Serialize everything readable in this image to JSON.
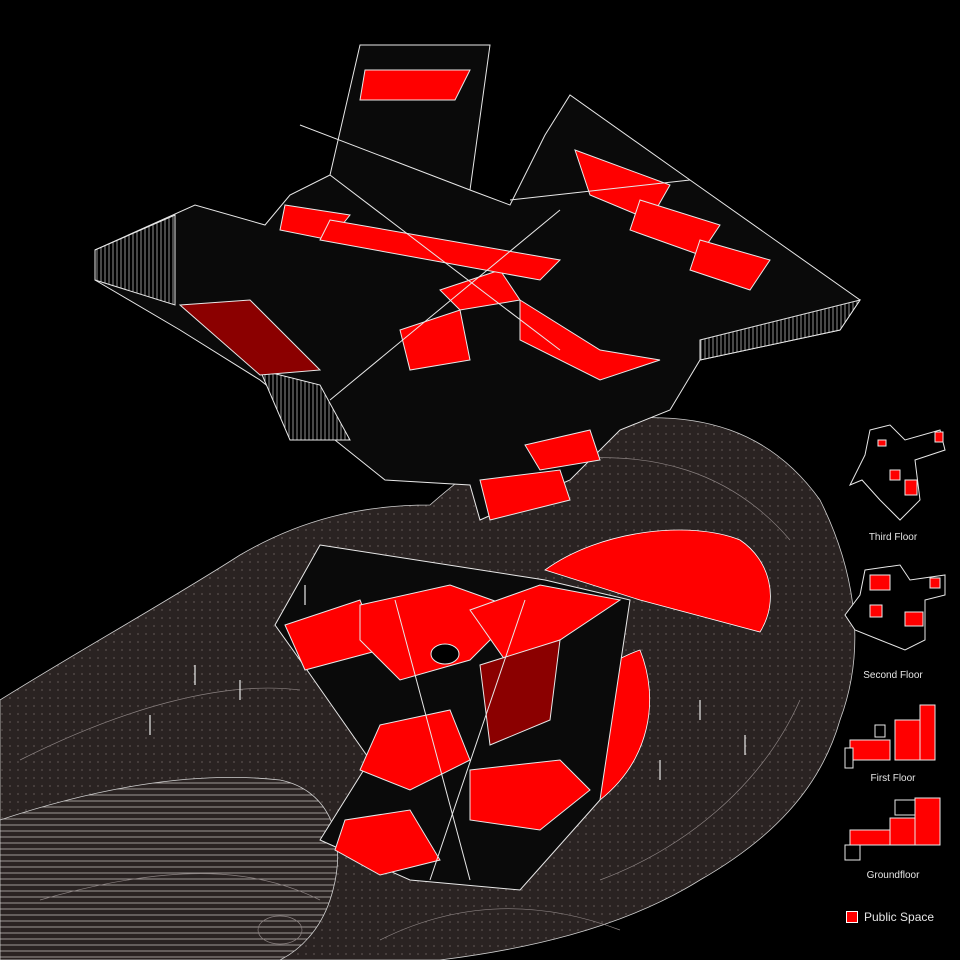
{
  "colors": {
    "background": "#000000",
    "public_space": "#ff0000",
    "private_space": "#8b0000",
    "terrain": "#2a2322",
    "linework": "#e8e8e8"
  },
  "floor_plans": [
    {
      "label": "Third Floor"
    },
    {
      "label": "Second Floor"
    },
    {
      "label": "First Floor"
    },
    {
      "label": "Groundfloor"
    }
  ],
  "legend": {
    "label": "Public Space",
    "swatch_color": "#ff0000"
  }
}
